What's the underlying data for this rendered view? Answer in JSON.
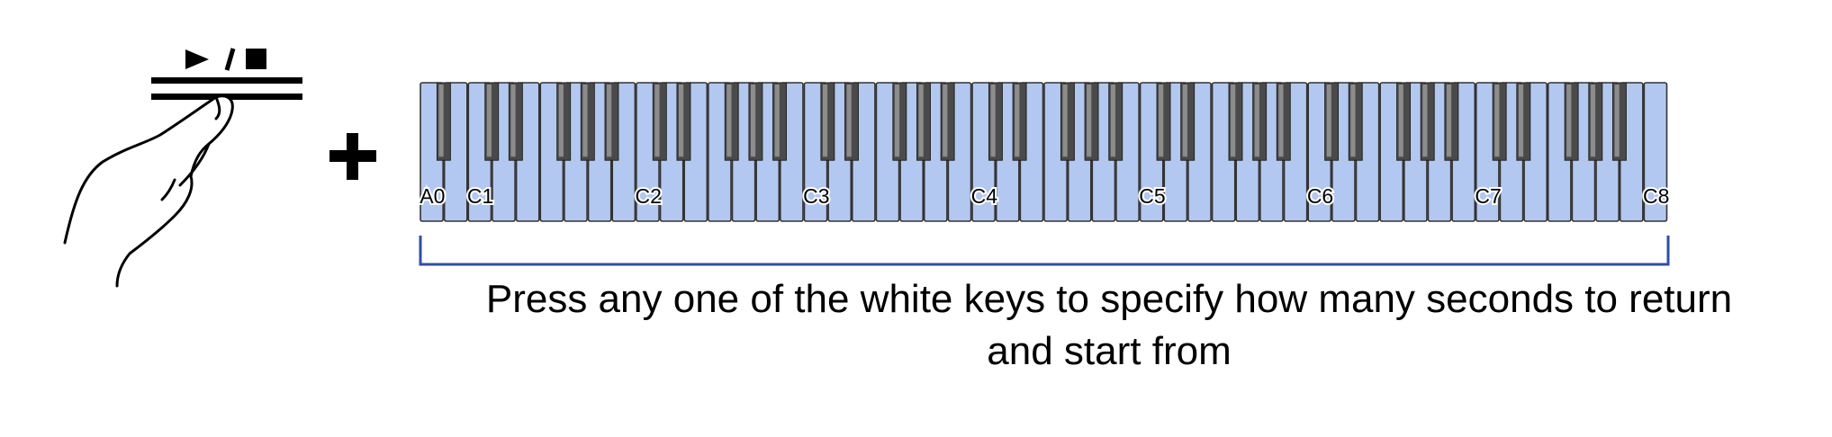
{
  "button": {
    "play_stop_symbol": "►/■",
    "icon": "play-stop-icon"
  },
  "plus_sign": "+",
  "keyboard": {
    "white_key_count": 52,
    "white_key_color": "#b3c8f0",
    "black_key_color": "#4a4a4a",
    "outline_color": "#333333",
    "labels": [
      "A0",
      "C1",
      "C2",
      "C3",
      "C4",
      "C5",
      "C6",
      "C7",
      "C8"
    ]
  },
  "bracket_color": "#2d4fa6",
  "caption": {
    "line1": "Press any one of the white keys to specify how many seconds to return",
    "line2": "and start from"
  }
}
